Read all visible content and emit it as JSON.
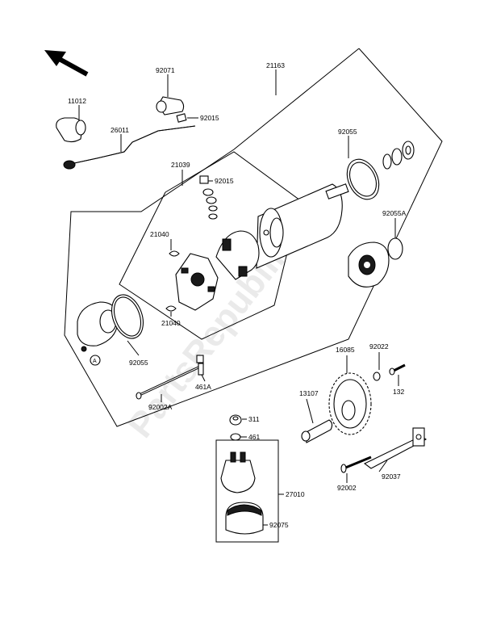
{
  "watermark": "PartsRepublik",
  "callouts": {
    "p11012": "11012",
    "p92071": "92071",
    "p92015a": "92015",
    "p21163": "21163",
    "p26011": "26011",
    "p21039": "21039",
    "p92015b": "92015",
    "p92055a": "92055",
    "p92055A": "92055A",
    "p21040a": "21040",
    "p21040b": "21040",
    "p92055b": "92055",
    "pA": "A",
    "p92002A": "92002A",
    "p461A": "461A",
    "p16085": "16085",
    "p92022": "92022",
    "p13107": "13107",
    "p132": "132",
    "p311": "311",
    "p461": "461",
    "p27010": "27010",
    "p92075": "92075",
    "p92037": "92037",
    "p92002": "92002"
  },
  "icons": {
    "orientation": "arrow-up-left-icon",
    "bracket_ref": "circle-A-icon"
  }
}
